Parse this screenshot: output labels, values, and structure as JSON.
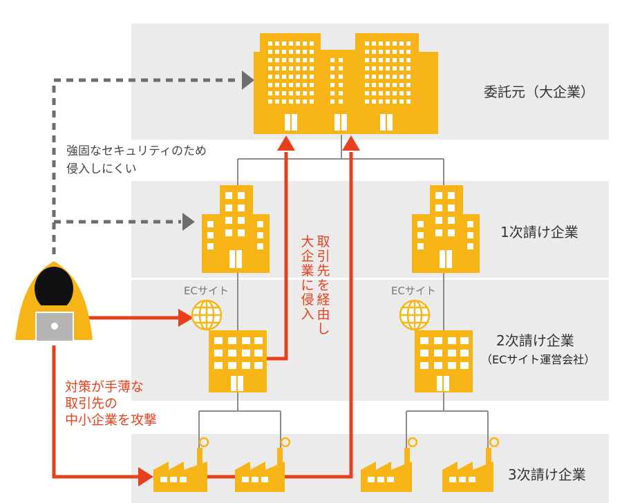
{
  "tiers": {
    "client": "委託元（大企業）",
    "tier1": "1次請け企業",
    "tier2": "2次請け企業",
    "tier2_sub": "（ECサイト運営会社）",
    "tier3": "3次請け企業"
  },
  "ec_site_left": "ECサイト",
  "ec_site_right": "ECサイト",
  "note_secure": [
    "強固なセキュリティのため",
    "侵入しにくい"
  ],
  "note_attack": [
    "対策が手薄な",
    "取引先の",
    "中小企業を攻撃"
  ],
  "vertical_text": [
    "取引先を経由し",
    "大企業に侵入"
  ],
  "colors": {
    "building": "#f7b416",
    "attack_arrow": "#e8401c",
    "blocked_arrow": "#6d6d6d",
    "band": "#ebebeb"
  },
  "icons": [
    "hacker-icon",
    "laptop-icon",
    "globe-icon",
    "office-building-icon",
    "factory-icon"
  ]
}
